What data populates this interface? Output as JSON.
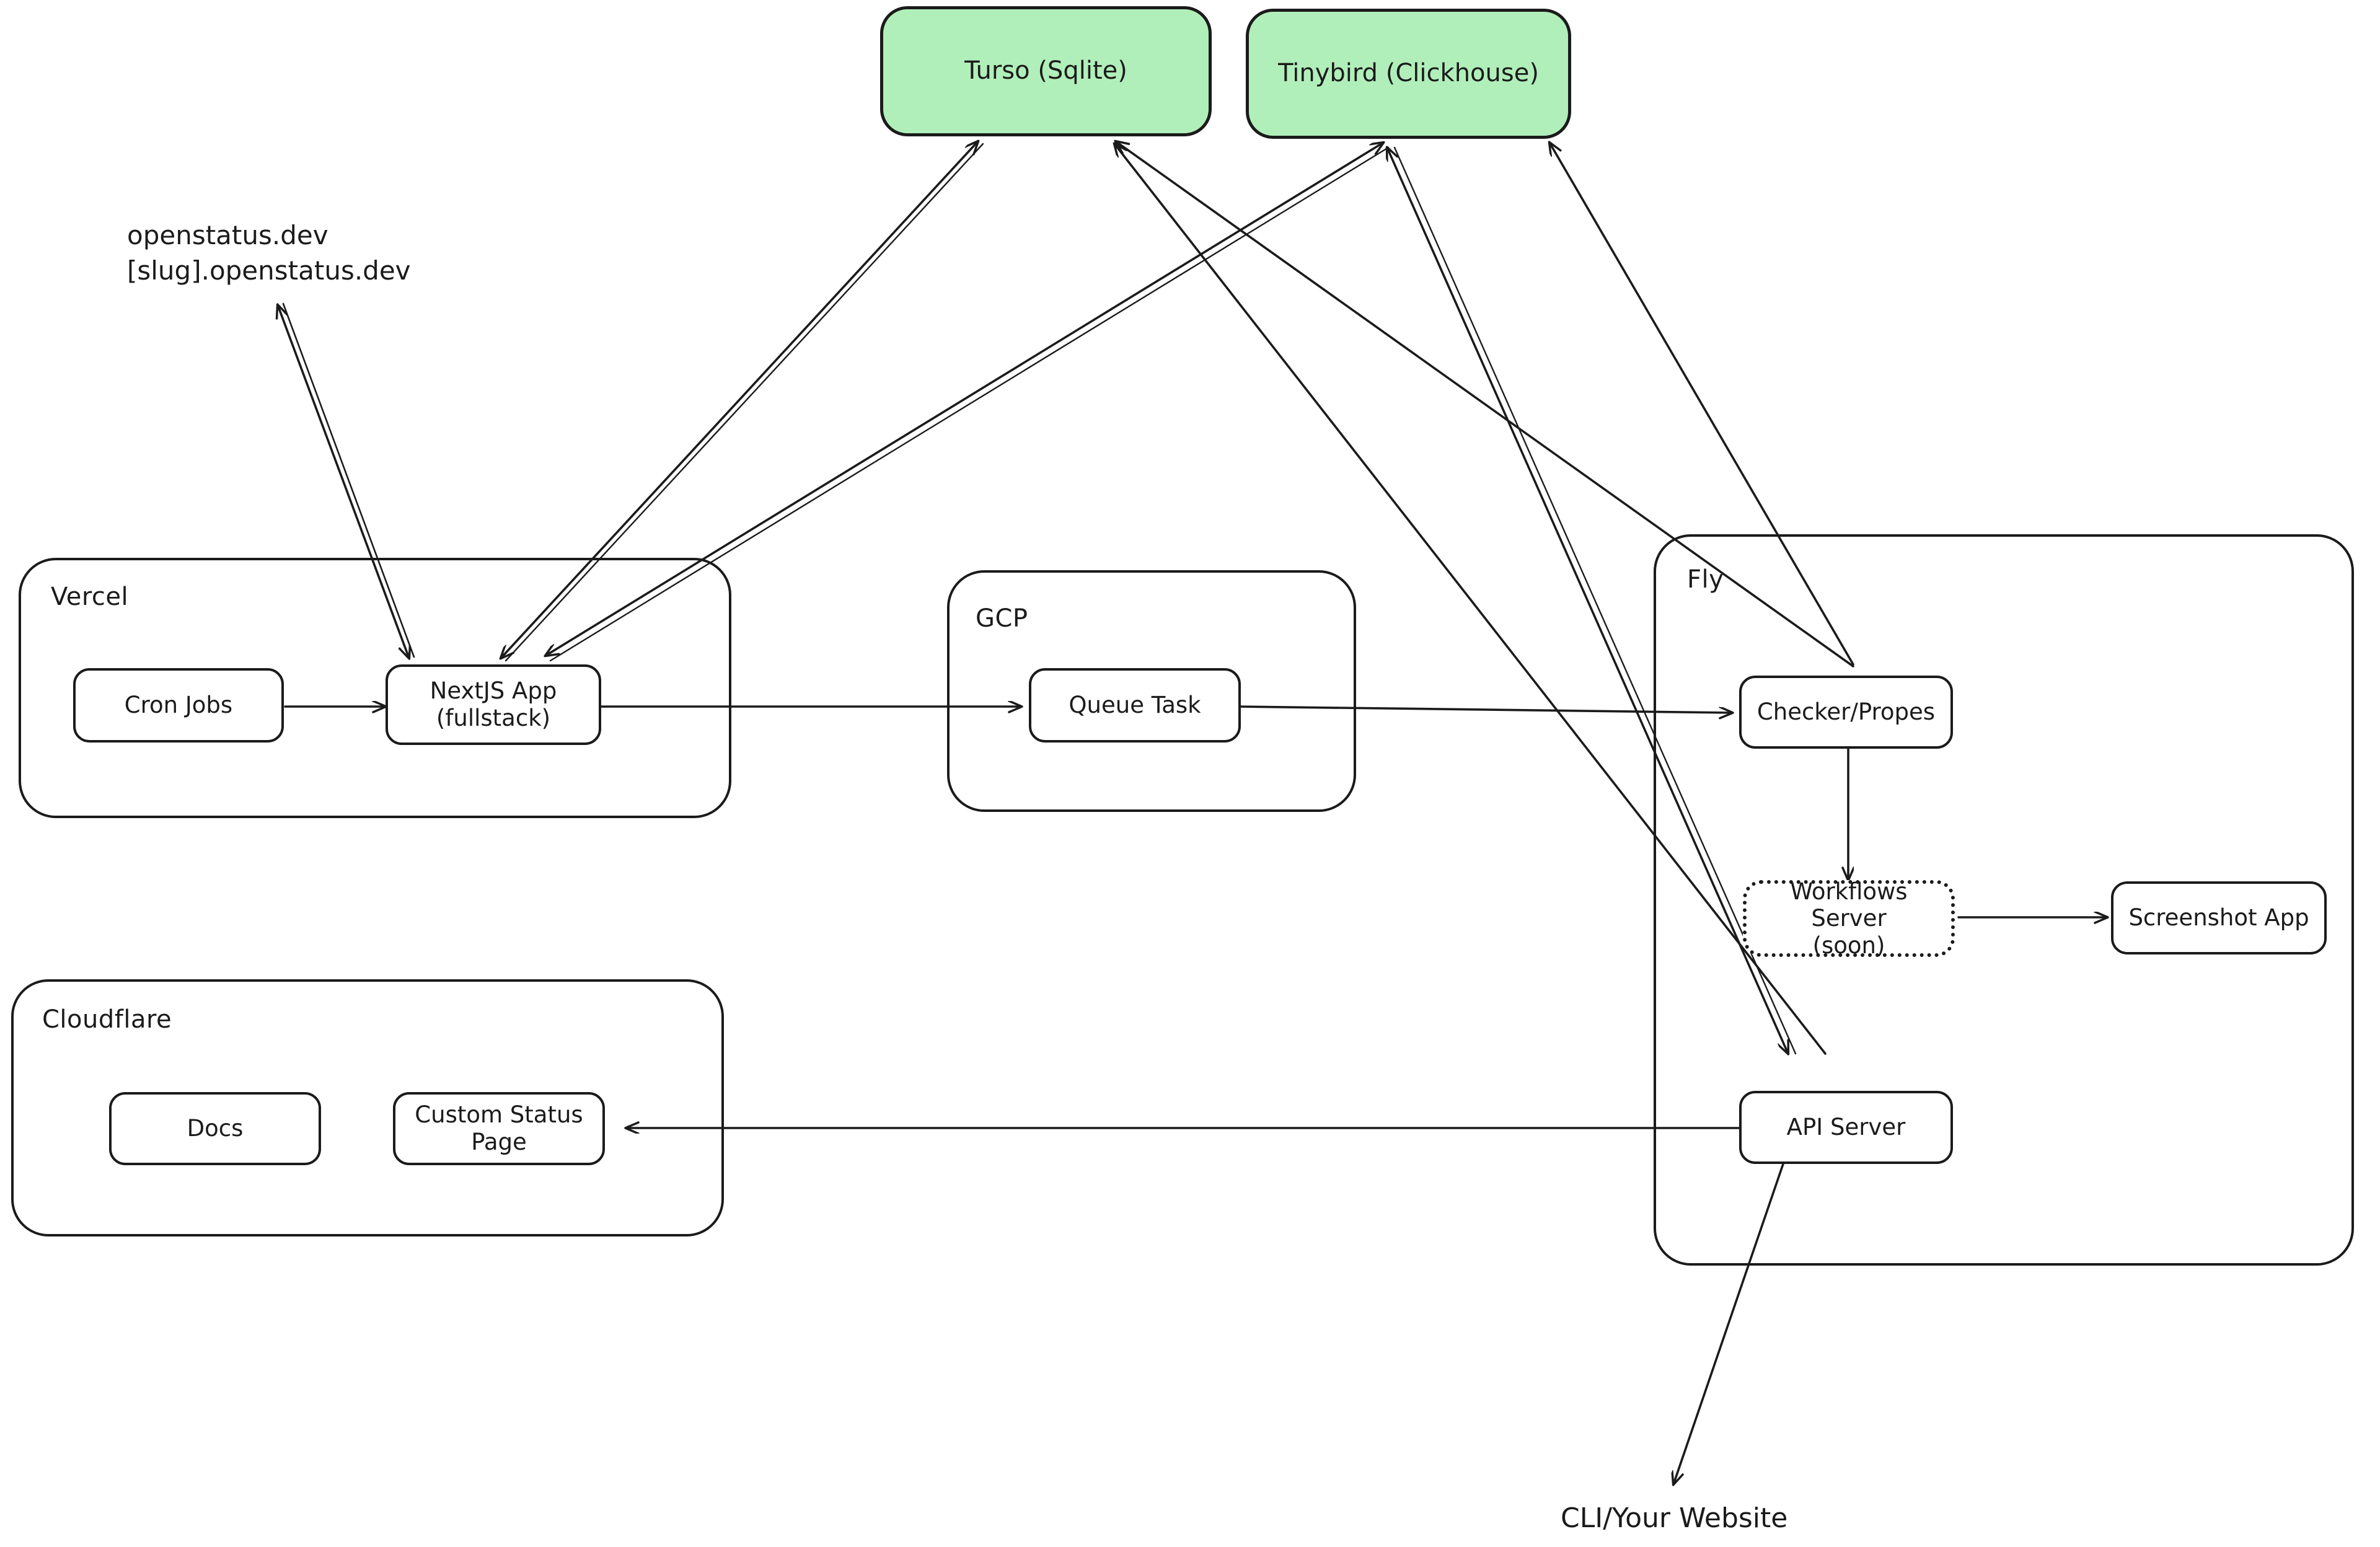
{
  "diagram": {
    "title": "OpenStatus Infrastructure Architecture",
    "accent_green": "#b1efba",
    "stroke": "#1b1b1b",
    "background": "#ffffff"
  },
  "databases": [
    {
      "id": "turso",
      "label": "Turso (Sqlite)"
    },
    {
      "id": "tinybird",
      "label": "Tinybird (Clickhouse)"
    }
  ],
  "groups": [
    {
      "id": "vercel",
      "label": "Vercel"
    },
    {
      "id": "gcp",
      "label": "GCP"
    },
    {
      "id": "cloudflare",
      "label": "Cloudflare"
    },
    {
      "id": "fly",
      "label": "Fly"
    }
  ],
  "nodes": [
    {
      "id": "cron-jobs",
      "label": "Cron Jobs",
      "group": "vercel",
      "style": "solid"
    },
    {
      "id": "nextjs-app",
      "label": "NextJS App\n(fullstack)",
      "group": "vercel",
      "style": "solid"
    },
    {
      "id": "queue-task",
      "label": "Queue Task",
      "group": "gcp",
      "style": "solid"
    },
    {
      "id": "docs",
      "label": "Docs",
      "group": "cloudflare",
      "style": "solid"
    },
    {
      "id": "custom-status-page",
      "label": "Custom Status Page",
      "group": "cloudflare",
      "style": "solid"
    },
    {
      "id": "checker-probes",
      "label": "Checker/Propes",
      "group": "fly",
      "style": "solid"
    },
    {
      "id": "workflows-server",
      "label": "Workflows Server\n(soon)",
      "group": "fly",
      "style": "dotted"
    },
    {
      "id": "api-server",
      "label": "API Server",
      "group": "fly",
      "style": "solid"
    },
    {
      "id": "screenshot-app",
      "label": "Screenshot App",
      "group": "none",
      "style": "solid"
    }
  ],
  "labels": [
    {
      "id": "openstatus-domains",
      "text": "openstatus.dev\n[slug].openstatus.dev"
    },
    {
      "id": "cli-your-website",
      "text": "CLI/Your Website"
    }
  ],
  "edges": [
    {
      "from": "openstatus-domains",
      "to": "nextjs-app",
      "direction": "bidirectional"
    },
    {
      "from": "cron-jobs",
      "to": "nextjs-app",
      "direction": "forward"
    },
    {
      "from": "nextjs-app",
      "to": "turso",
      "direction": "bidirectional"
    },
    {
      "from": "nextjs-app",
      "to": "tinybird",
      "direction": "bidirectional"
    },
    {
      "from": "nextjs-app",
      "to": "queue-task",
      "direction": "forward"
    },
    {
      "from": "queue-task",
      "to": "checker-probes",
      "direction": "forward"
    },
    {
      "from": "checker-probes",
      "to": "turso",
      "direction": "forward"
    },
    {
      "from": "checker-probes",
      "to": "tinybird",
      "direction": "forward"
    },
    {
      "from": "checker-probes",
      "to": "workflows-server",
      "direction": "forward"
    },
    {
      "from": "workflows-server",
      "to": "screenshot-app",
      "direction": "forward"
    },
    {
      "from": "api-server",
      "to": "tinybird",
      "direction": "bidirectional"
    },
    {
      "from": "api-server",
      "to": "turso",
      "direction": "forward"
    },
    {
      "from": "api-server",
      "to": "custom-status-page",
      "direction": "forward"
    },
    {
      "from": "cli-your-website",
      "to": "api-server",
      "direction": "bidirectional"
    }
  ]
}
